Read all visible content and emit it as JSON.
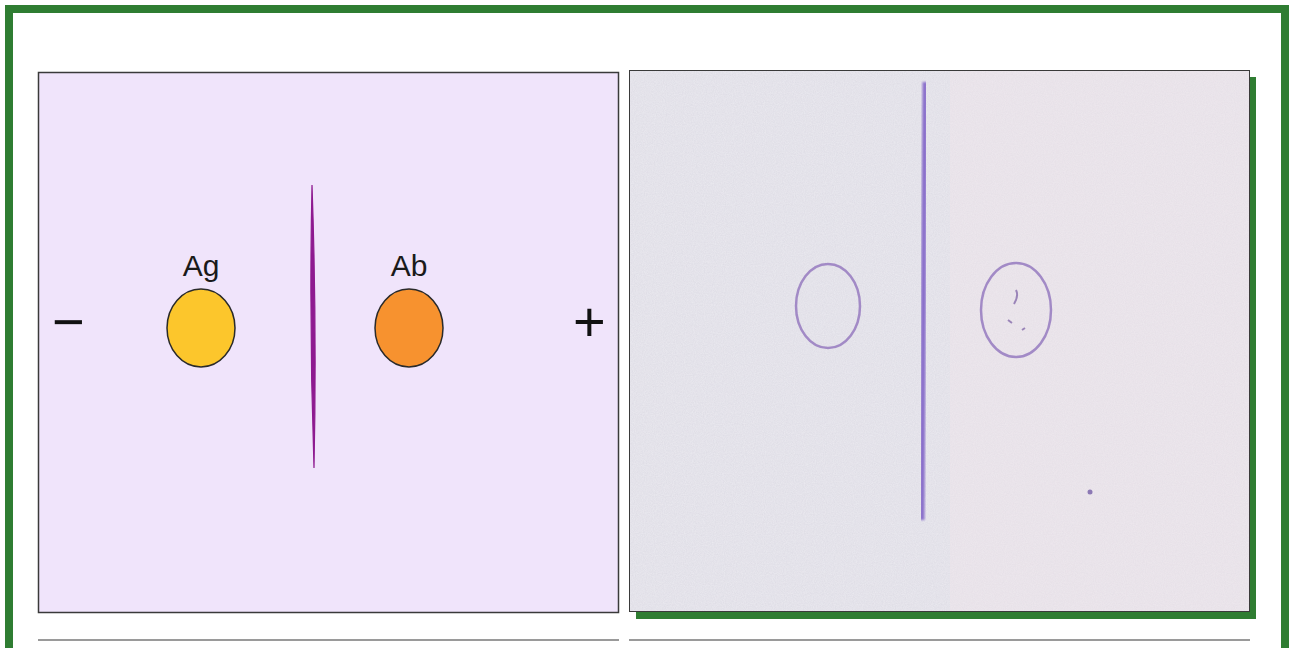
{
  "diagram": {
    "nodes": [
      {
        "text": [
          "Ag"
        ]
      },
      {
        "text": [
          "Ab"
        ]
      }
    ],
    "labels": [
      "−",
      "+"
    ]
  }
}
